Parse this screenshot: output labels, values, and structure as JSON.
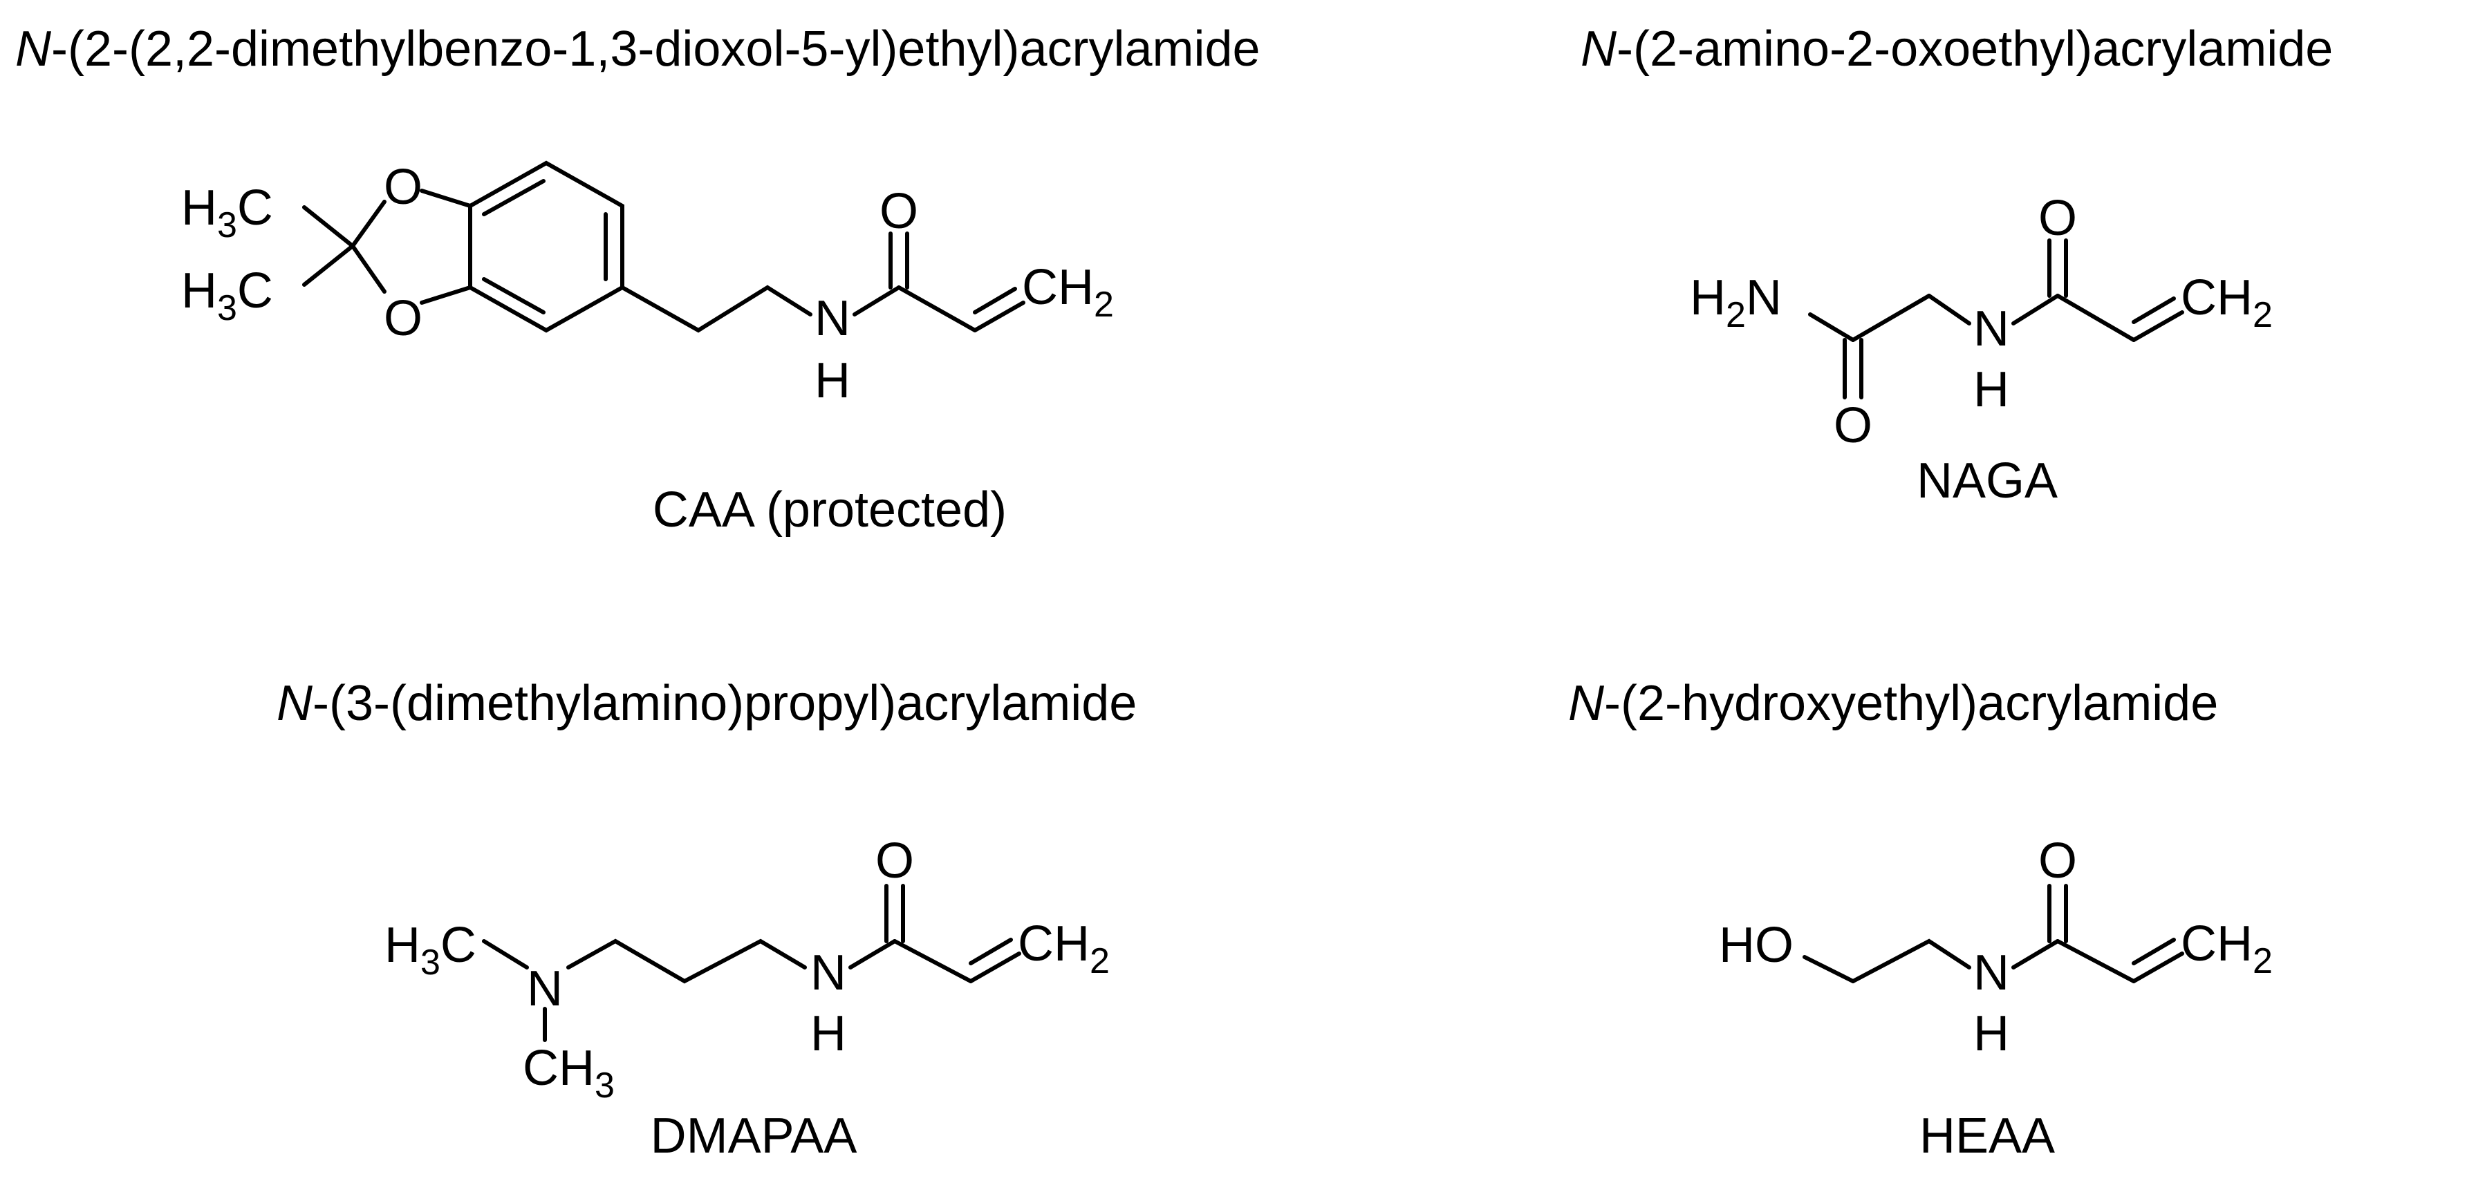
{
  "molecules": {
    "caa": {
      "iupac_prefix": "N",
      "iupac_rest": "-(2-(2,2-dimethylbenzo-1,3-dioxol-5-yl)ethyl)acrylamide",
      "abbreviation": "CAA (protected)"
    },
    "naga": {
      "iupac_prefix": "N",
      "iupac_rest": "-(2-amino-2-oxoethyl)acrylamide",
      "abbreviation": "NAGA"
    },
    "dmapaa": {
      "iupac_prefix": "N",
      "iupac_rest": "-(3-(dimethylamino)propyl)acrylamide",
      "abbreviation": "DMAPAA"
    },
    "heaa": {
      "iupac_prefix": "N",
      "iupac_rest": "-(2-hydroxyethyl)acrylamide",
      "abbreviation": "HEAA"
    }
  },
  "atoms": {
    "H": "H",
    "C": "C",
    "N": "N",
    "O": "O",
    "HO": "HO",
    "CH": "CH",
    "sub2": "2",
    "sub3": "3"
  }
}
